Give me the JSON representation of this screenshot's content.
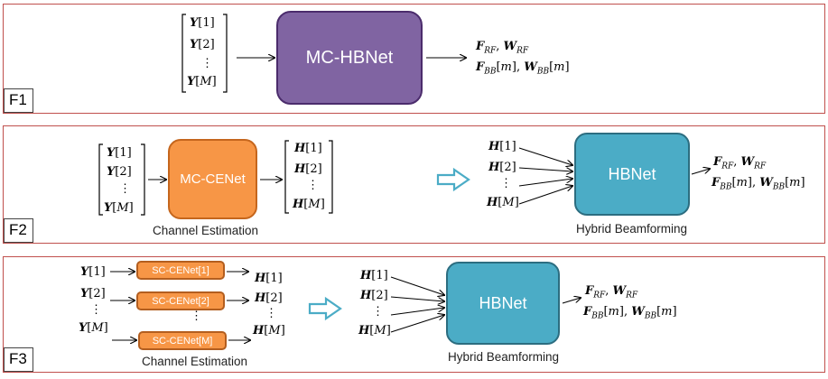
{
  "panels": {
    "f1": {
      "tag": "F1",
      "block": "MC-HBNet"
    },
    "f2": {
      "tag": "F2",
      "block1": "MC-CENet",
      "caption1": "Channel Estimation",
      "block2": "HBNet",
      "caption2": "Hybrid Beamforming"
    },
    "f3": {
      "tag": "F3",
      "blocks": [
        "SC-CENet[1]",
        "SC-CENet[2]",
        "SC-CENet[M]"
      ],
      "caption1": "Channel Estimation",
      "block2": "HBNet",
      "caption2": "Hybrid Beamforming"
    }
  },
  "math": {
    "y1": "Y[1]",
    "y2": "Y[2]",
    "yM": "Y[M]",
    "h1": "H[1]",
    "h2": "H[2]",
    "hM": "H[M]",
    "vdots": "⋮",
    "out1": "F_RF, W_RF",
    "out2": "F_BB[m], W_BB[m]"
  },
  "colors": {
    "border": "#c0504d",
    "purple": "#8064a2",
    "orange": "#f79646",
    "teal": "#4bacc6"
  }
}
